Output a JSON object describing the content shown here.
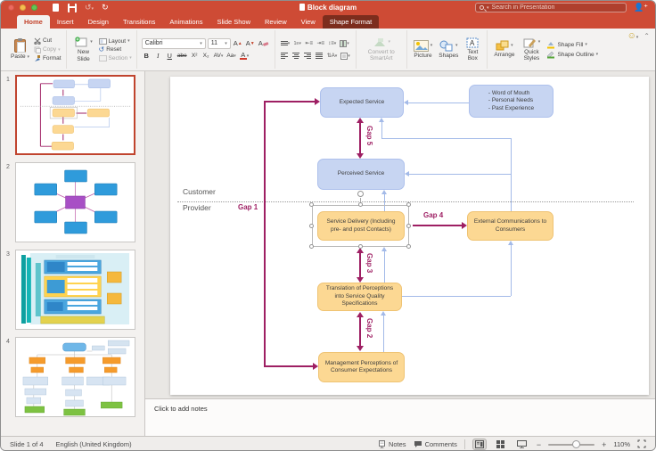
{
  "titlebar": {
    "title": "Block diagram",
    "search_placeholder": "Search in Presentation"
  },
  "tabs": {
    "items": [
      {
        "label": "Home"
      },
      {
        "label": "Insert"
      },
      {
        "label": "Design"
      },
      {
        "label": "Transitions"
      },
      {
        "label": "Animations"
      },
      {
        "label": "Slide Show"
      },
      {
        "label": "Review"
      },
      {
        "label": "View"
      },
      {
        "label": "Shape Format"
      }
    ]
  },
  "ribbon": {
    "paste": "Paste",
    "cut": "Cut",
    "copy": "Copy",
    "format": "Format",
    "new_slide": "New Slide",
    "layout": "Layout",
    "reset": "Reset",
    "section": "Section",
    "font_family": "Calibri",
    "font_size": "11",
    "bold": "B",
    "italic": "I",
    "underline": "U",
    "strike": "abe",
    "superscript": "X²",
    "subscript": "X₂",
    "spacing": "AV",
    "case": "Aa",
    "font_color": "A",
    "convert_smartart": "Convert to SmartArt",
    "picture": "Picture",
    "shapes": "Shapes",
    "text_box": "Text Box",
    "arrange": "Arrange",
    "quick_styles": "Quick Styles",
    "shape_fill": "Shape Fill",
    "shape_outline": "Shape Outline"
  },
  "slides_panel": {
    "numbers": [
      "1",
      "2",
      "3",
      "4"
    ]
  },
  "diagram": {
    "expected_service": "Expected Service",
    "influences": [
      "- Word of Mouth",
      "- Personal Needs",
      "- Past Experience"
    ],
    "perceived_service": "Perceived Service",
    "service_delivery": "Service Delivery (Including pre- and post Contacts)",
    "external_comms": "External Communications to Consumers",
    "translation": "Translation of Perceptions into Service Quality Specifications",
    "management": "Management Perceptions of Consumer Expectations",
    "customer": "Customer",
    "provider": "Provider",
    "gap1": "Gap 1",
    "gap2": "Gap 2",
    "gap3": "Gap 3",
    "gap4": "Gap 4",
    "gap5": "Gap 5",
    "colors": {
      "customer_box": "#C7D5F2",
      "provider_box": "#FCD893",
      "gap_arrow": "#9E1F63",
      "link_line": "#A3BAE8"
    }
  },
  "notes": {
    "placeholder": "Click to add notes"
  },
  "statusbar": {
    "slide_info": "Slide 1 of 4",
    "language": "English (United Kingdom)",
    "notes": "Notes",
    "comments": "Comments",
    "zoom": "110%"
  }
}
